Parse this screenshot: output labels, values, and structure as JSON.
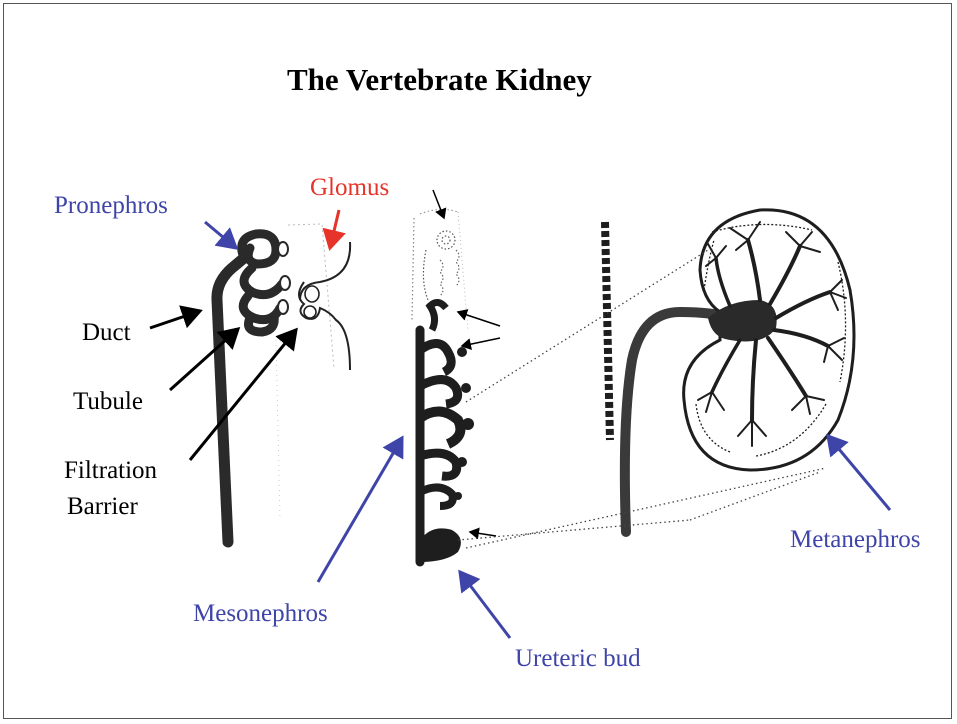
{
  "title": "The Vertebrate Kidney",
  "colors": {
    "blue_label": "#3f45a8",
    "red_label": "#e6342a",
    "black_label": "#000000",
    "ink": "#2a2a2a"
  },
  "labels": {
    "pronephros": "Pronephros",
    "glomus": "Glomus",
    "duct": "Duct",
    "tubule": "Tubule",
    "filtration_1": "Filtration",
    "filtration_2": "Barrier",
    "mesonephros": "Mesonephros",
    "ureteric_bud": "Ureteric bud",
    "metanephros": "Metanephros"
  }
}
